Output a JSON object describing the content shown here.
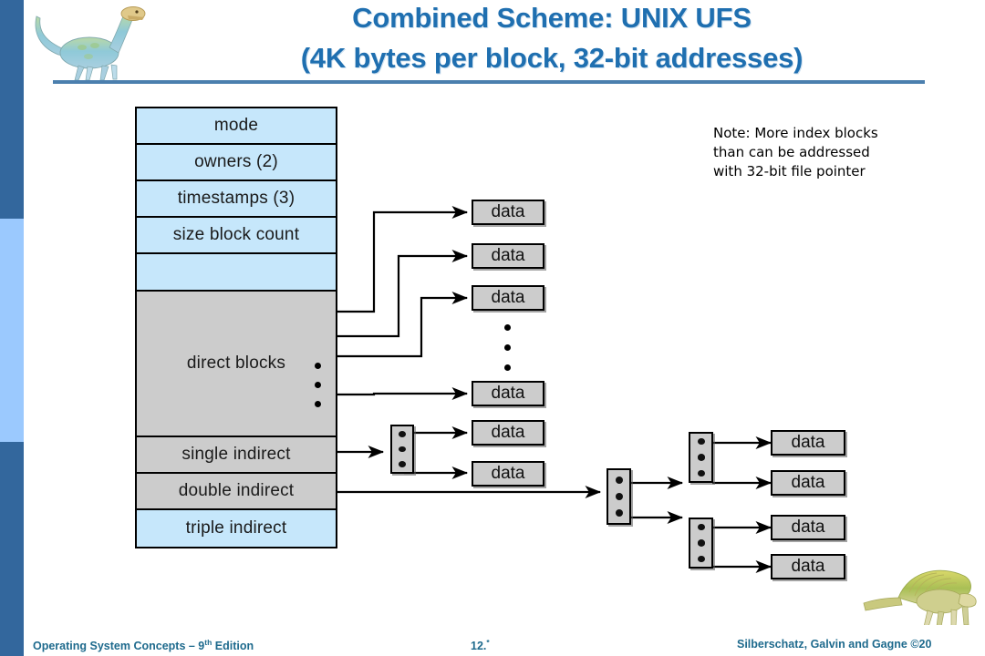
{
  "slide": {
    "title_line1": "Combined Scheme:  UNIX UFS",
    "title_line2": "(4K bytes per block, 32-bit addresses)",
    "accent_color": "#1f6fb0",
    "sidebar_dark": "#33679d",
    "sidebar_light": "#9bc9fe"
  },
  "note": {
    "text": "Note: More index blocks than can be addressed with 32-bit file pointer"
  },
  "inode": {
    "rows": [
      {
        "label": "mode",
        "fill": "blue"
      },
      {
        "label": "owners (2)",
        "fill": "blue"
      },
      {
        "label": "timestamps (3)",
        "fill": "blue"
      },
      {
        "label": "size block count",
        "fill": "blue"
      },
      {
        "label": "",
        "fill": "blue"
      },
      {
        "label": "direct blocks",
        "fill": "grey"
      },
      {
        "label": "single indirect",
        "fill": "grey"
      },
      {
        "label": "double indirect",
        "fill": "grey"
      },
      {
        "label": "triple indirect",
        "fill": "blue"
      }
    ]
  },
  "data_blocks": {
    "label": "data",
    "direct": [
      "data",
      "data",
      "data",
      "data"
    ],
    "single_indirect": [
      "data",
      "data"
    ],
    "triple_level": [
      "data",
      "data",
      "data",
      "data"
    ]
  },
  "index_blocks": {
    "single_indirect_block": {
      "dots": 3
    },
    "double_indirect_block": {
      "dots": 3
    },
    "third_level_block_upper": {
      "dots": 3
    },
    "third_level_block_lower": {
      "dots": 3
    }
  },
  "footer": {
    "left_main": "Operating System Concepts ",
    "left_dash": "– 9",
    "left_sup": "th",
    "left_tail": " Edition",
    "center": "12.",
    "center_sup": "*",
    "right": "Silberschatz, Galvin and Gagne ©20"
  }
}
